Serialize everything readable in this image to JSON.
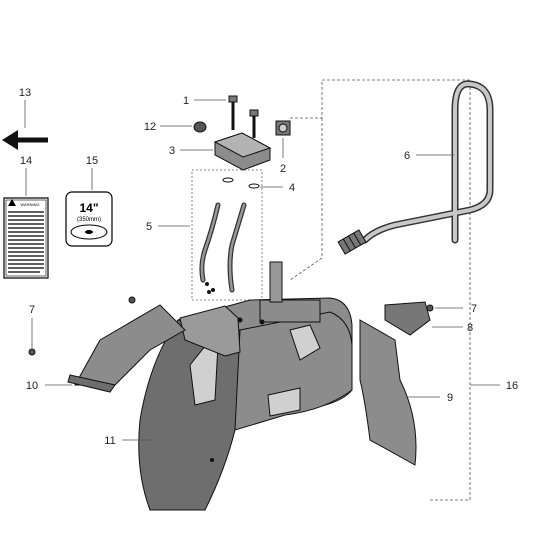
{
  "callouts": {
    "c1": "1",
    "c2": "2",
    "c3": "3",
    "c4": "4",
    "c5": "5",
    "c6": "6",
    "c7a": "7",
    "c7b": "7",
    "c8": "8",
    "c9": "9",
    "c10": "10",
    "c11": "11",
    "c12": "12",
    "c13": "13",
    "c14": "14",
    "c15": "15",
    "c16": "16"
  },
  "blade_label": {
    "size": "14\"",
    "metric": "(350mm)"
  },
  "warning_decal": {
    "heading": "WARNING"
  },
  "colors": {
    "part_fill": "#8c8c8c",
    "part_dark": "#6e6e6e",
    "part_light": "#b3b3b3",
    "line": "#444444",
    "arrow": "#111111"
  }
}
